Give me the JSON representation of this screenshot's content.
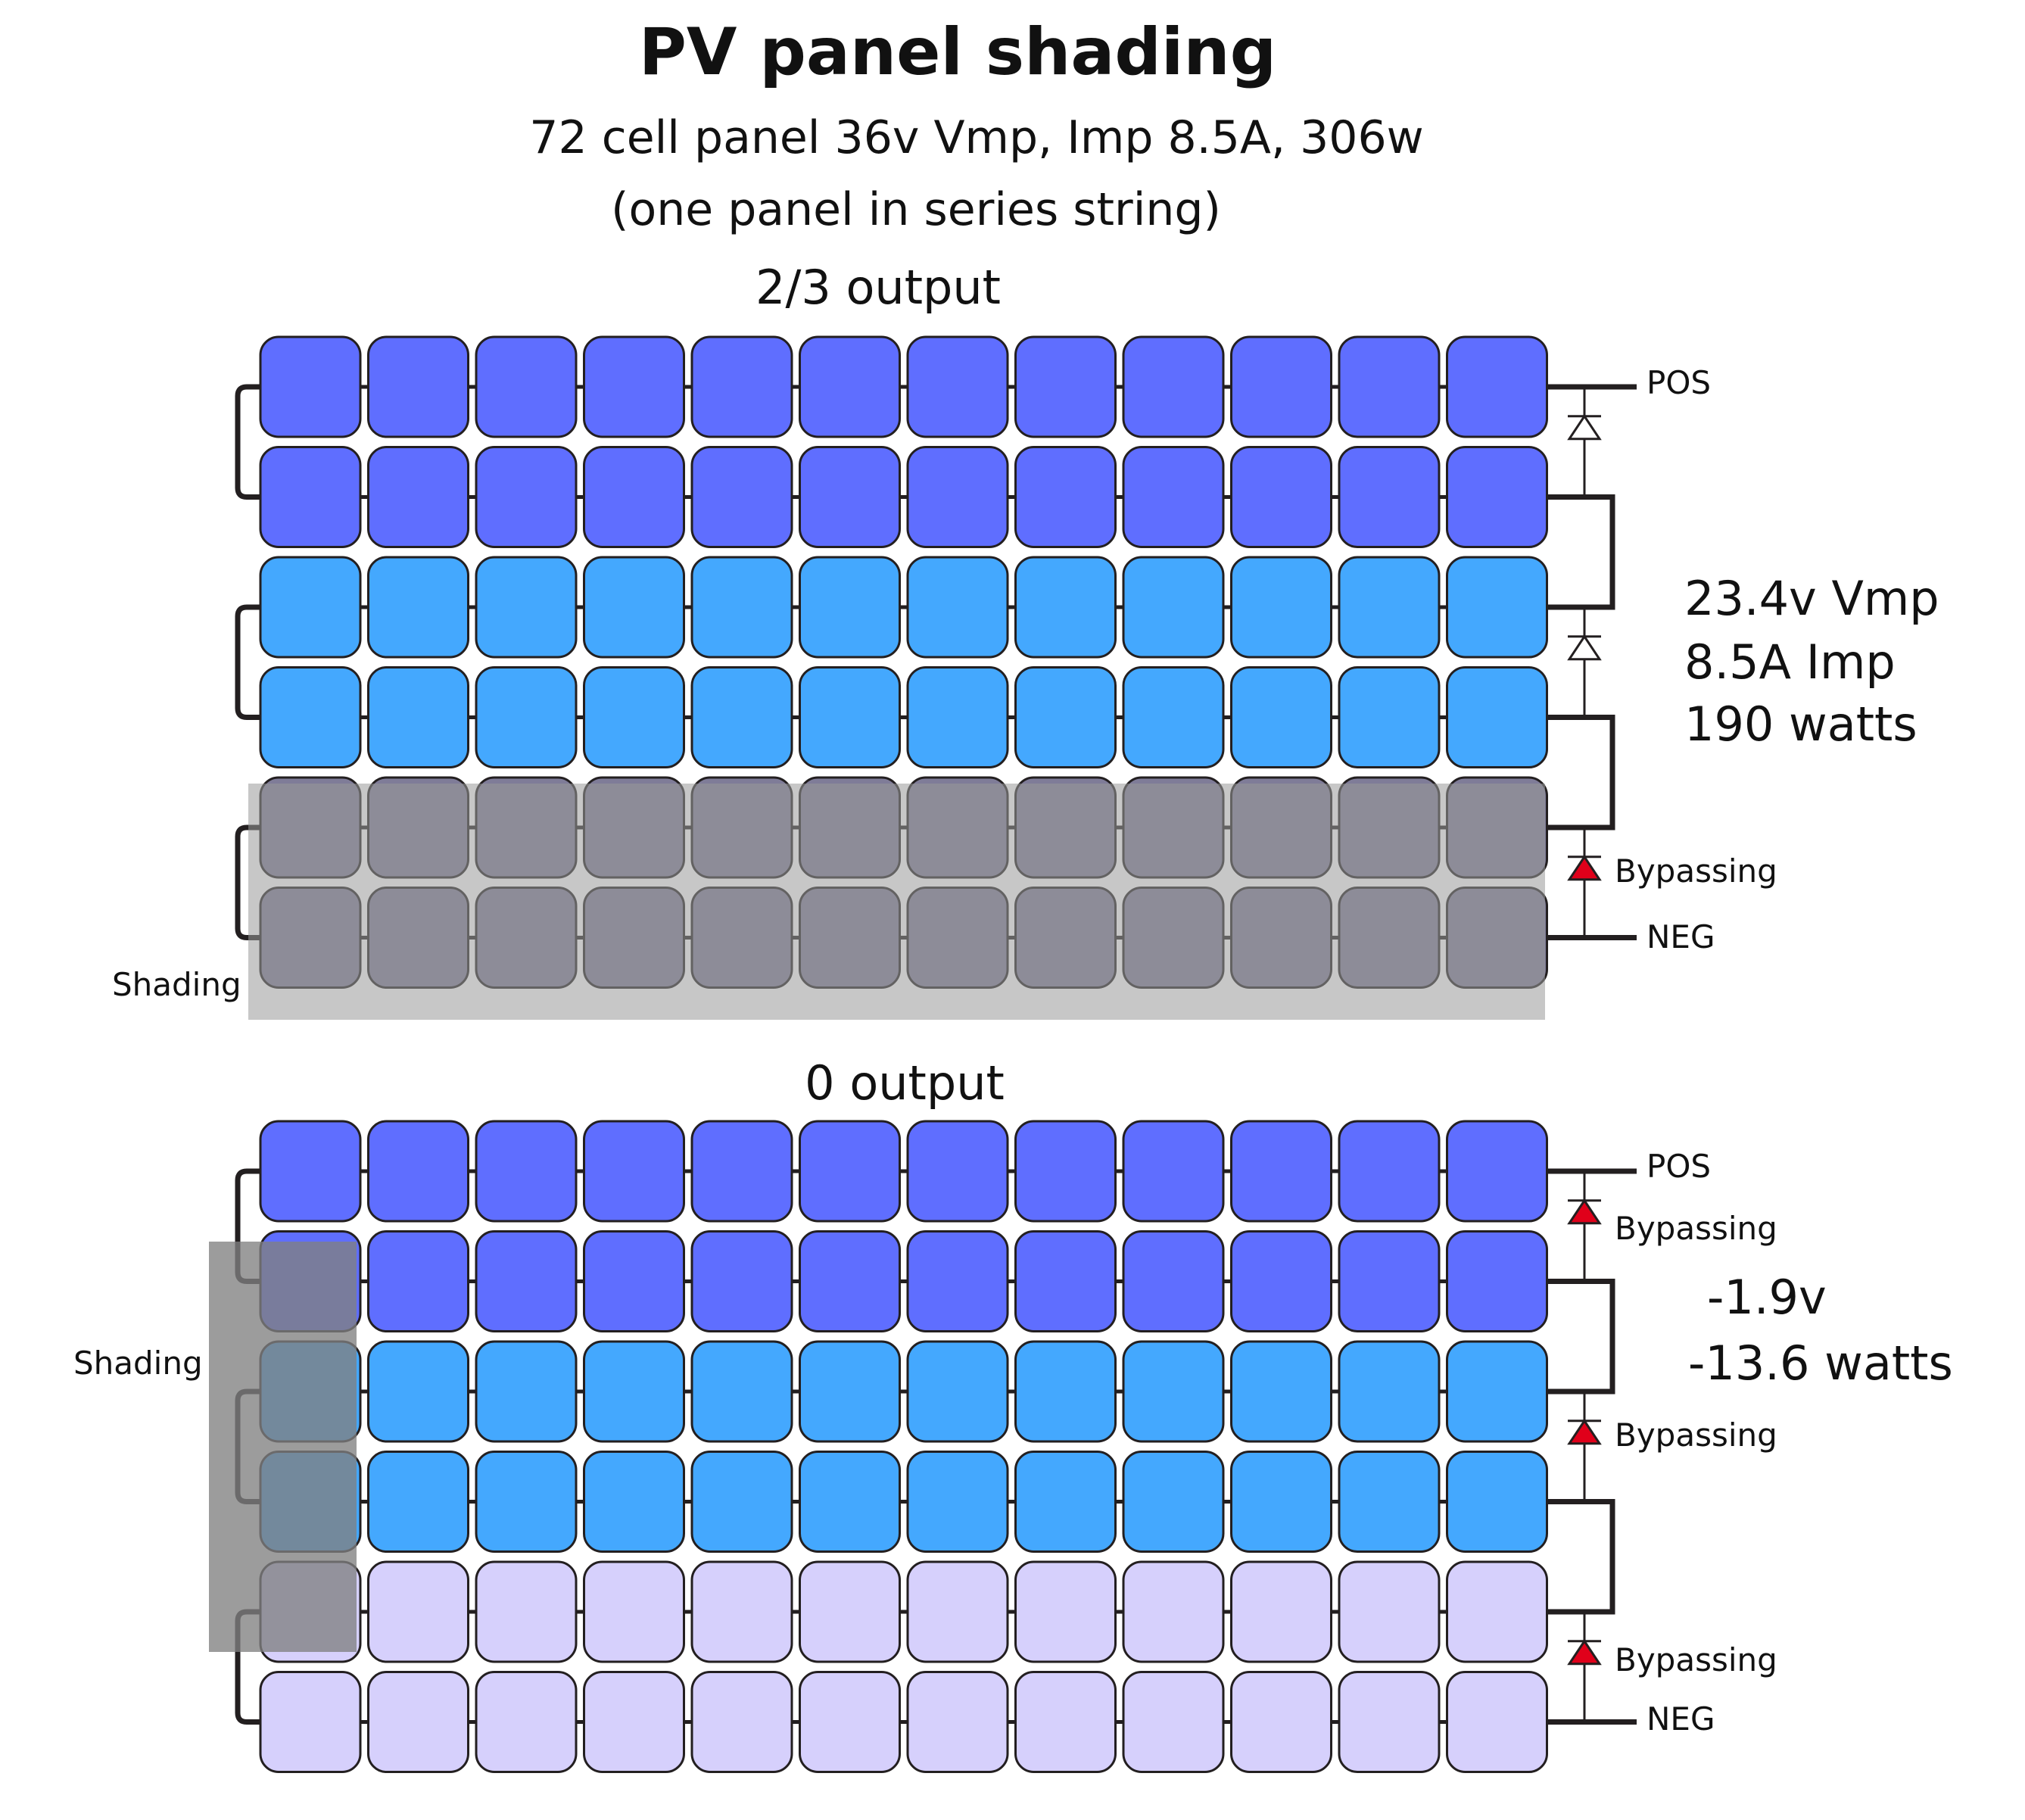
{
  "title": "PV panel shading",
  "subtitle_line1": "72 cell panel 36v Vmp, Imp 8.5A, 306w",
  "subtitle_line2": "(one panel in series string)",
  "colors": {
    "cell_dark_blue": "#5f6eff",
    "cell_light_blue": "#44a8fe",
    "cell_pale": "#d6d0fc",
    "cell_shaded_gray": "#7f7c98",
    "shade_overlay": "#999999",
    "bypass_diode_active": "#e0001a",
    "wire": "#231f20"
  },
  "panels": [
    {
      "heading": "2/3 output",
      "pos_label": "POS",
      "neg_label": "NEG",
      "shading_label": "Shading",
      "stats": [
        "23.4v Vmp",
        "8.5A Imp",
        "190 watts"
      ],
      "diodes": [
        {
          "state": "open",
          "label": ""
        },
        {
          "state": "open",
          "label": ""
        },
        {
          "state": "bypassing",
          "label": "Bypassing"
        }
      ],
      "row_colors": [
        "dark_blue",
        "dark_blue",
        "light_blue",
        "light_blue",
        "shaded_gray",
        "shaded_gray"
      ],
      "shaded_region": "bottom substring (rows 5–6)"
    },
    {
      "heading": "0 output",
      "pos_label": "POS",
      "neg_label": "NEG",
      "shading_label": "Shading",
      "stats": [
        "-1.9v",
        "-13.6 watts"
      ],
      "diodes": [
        {
          "state": "bypassing",
          "label": "Bypassing"
        },
        {
          "state": "bypassing",
          "label": "Bypassing"
        },
        {
          "state": "bypassing",
          "label": "Bypassing"
        }
      ],
      "row_colors": [
        "dark_blue",
        "dark_blue",
        "light_blue",
        "light_blue",
        "pale",
        "pale"
      ],
      "shaded_region": "first column of rows 2–5"
    }
  ]
}
